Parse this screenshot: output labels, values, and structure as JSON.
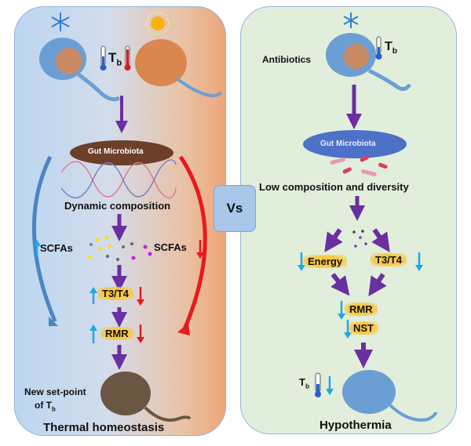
{
  "left_panel": {
    "tb_label": "T",
    "tb_sub": "b",
    "gut_label": "Gut Microbiota",
    "dynamic_label": "Dynamic composition",
    "scfa_left": "SCFAs",
    "scfa_right": "SCFAs",
    "t3t4_label": "T3/T4",
    "rmr_label": "RMR",
    "setpoint_line1": "New set-point",
    "setpoint_line2": "of T",
    "setpoint_sub": "b",
    "footer": "Thermal homeostasis"
  },
  "vs_label": "Vs",
  "right_panel": {
    "antibiotics_label": "Antibiotics",
    "tb_label": "T",
    "tb_sub": "b",
    "gut_label": "Gut Microbiota",
    "low_label": "Low composition and diversity",
    "energy_label": "Energy",
    "t3t4_label": "T3/T4",
    "rmr_label": "RMR",
    "nst_label": "NST",
    "tb2_label": "T",
    "tb2_sub": "b",
    "footer": "Hypothermia"
  },
  "colors": {
    "up_arrow": "#1ea7e8",
    "down_arrow_red": "#e8191c",
    "flow_arrow": "#6a2fa0",
    "highlight": "#f7c948"
  }
}
